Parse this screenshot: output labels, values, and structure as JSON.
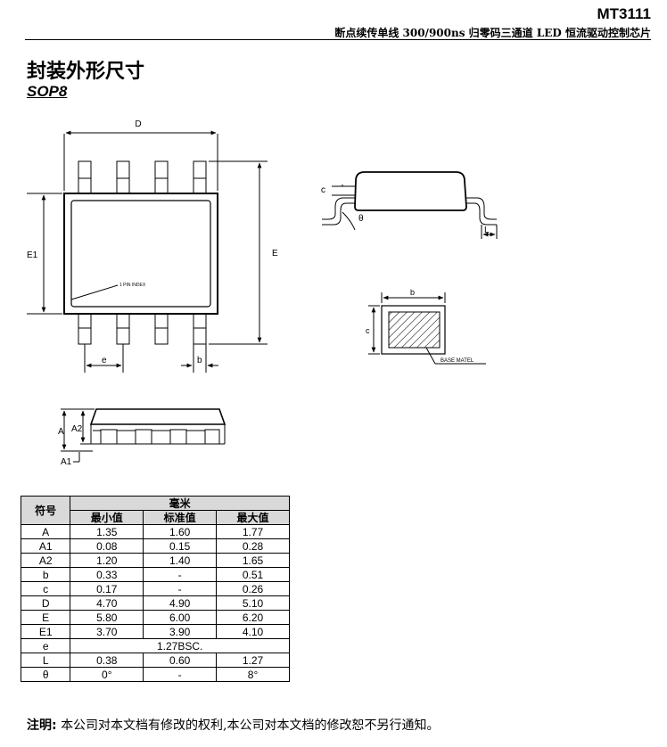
{
  "header": {
    "model": "MT3111",
    "subtitle": "断点续传单线 300/900ns 归零码三通道 LED 恒流驱动控制芯片"
  },
  "section": {
    "title": "封装外形尺寸",
    "package": "SOP8"
  },
  "drawing": {
    "top_view": {
      "dim_D": "D",
      "dim_E": "E",
      "dim_E1": "E1",
      "dim_e": "e",
      "dim_b": "b",
      "pin_index": "1 PIN INDEX"
    },
    "side_view": {
      "dim_c": "c",
      "dim_theta": "θ",
      "dim_L": "L"
    },
    "section_view": {
      "dim_b": "b",
      "dim_c": "c",
      "base_label": "BASE MATEL"
    },
    "front_view": {
      "dim_A": "A",
      "dim_A2": "A2",
      "dim_A1": "A1"
    }
  },
  "table": {
    "symbol_header": "符号",
    "unit_header": "毫米",
    "col_headers": [
      "最小值",
      "标准值",
      "最大值"
    ],
    "rows": [
      {
        "sym": "A",
        "min": "1.35",
        "nom": "1.60",
        "max": "1.77"
      },
      {
        "sym": "A1",
        "min": "0.08",
        "nom": "0.15",
        "max": "0.28"
      },
      {
        "sym": "A2",
        "min": "1.20",
        "nom": "1.40",
        "max": "1.65"
      },
      {
        "sym": "b",
        "min": "0.33",
        "nom": "-",
        "max": "0.51"
      },
      {
        "sym": "c",
        "min": "0.17",
        "nom": "-",
        "max": "0.26"
      },
      {
        "sym": "D",
        "min": "4.70",
        "nom": "4.90",
        "max": "5.10"
      },
      {
        "sym": "E",
        "min": "5.80",
        "nom": "6.00",
        "max": "6.20"
      },
      {
        "sym": "E1",
        "min": "3.70",
        "nom": "3.90",
        "max": "4.10"
      },
      {
        "sym": "e",
        "span": "1.27BSC."
      },
      {
        "sym": "L",
        "min": "0.38",
        "nom": "0.60",
        "max": "1.27"
      },
      {
        "sym": "θ",
        "min": "0°",
        "nom": "-",
        "max": "8°"
      }
    ]
  },
  "note": {
    "label": "注明:",
    "text": "本公司对本文档有修改的权利,本公司对本文档的修改恕不另行通知。"
  }
}
